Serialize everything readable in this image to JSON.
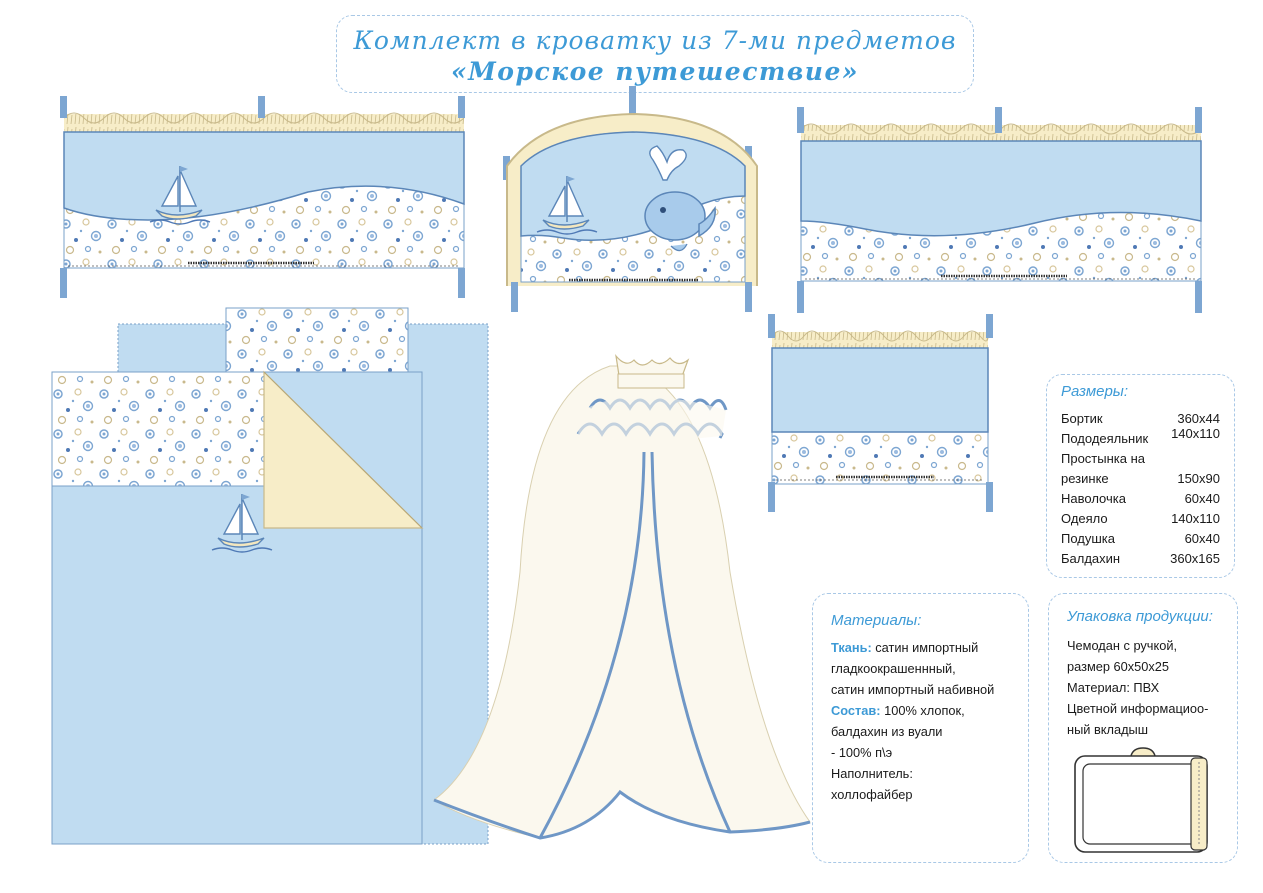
{
  "title": {
    "line1": "Комплект в кроватку из 7-ми предметов",
    "line2": "«Морское путешествие»"
  },
  "sizes": {
    "heading": "Размеры:",
    "rows": [
      {
        "name": "Бортик",
        "value": "360х44"
      },
      {
        "name": "Пододеяльник",
        "value": "140х110"
      },
      {
        "name": "Простынка на",
        "value": ""
      },
      {
        "name": "резинке",
        "value": "150х90"
      },
      {
        "name": "Наволочка",
        "value": "60х40"
      },
      {
        "name": "Одеяло",
        "value": "140х110"
      },
      {
        "name": "Подушка",
        "value": "60х40"
      },
      {
        "name": "Балдахин",
        "value": "360х165"
      }
    ]
  },
  "materials": {
    "heading": "Материалы:",
    "fabric_label": "Ткань:",
    "fabric_line1": " сатин импортный",
    "fabric_line2": "гладкоокрашеннный,",
    "fabric_line3": "сатин импортный набивной",
    "composition_label": "Состав:",
    "composition_line1": " 100% хлопок,",
    "composition_line2": "балдахин из вуали",
    "composition_line3": "- 100% п\\э",
    "filler_line1": "Наполнитель:",
    "filler_line2": "холлофайбер"
  },
  "packing": {
    "heading": "Упаковка продукции:",
    "lines": [
      "Чемодан с ручкой,",
      "размер 60х50х25",
      "Материал: ПВХ",
      "Цветной информациоо-",
      "ный вкладыш"
    ]
  },
  "colors": {
    "accent": "#3d9ad6",
    "fabric_blue": "#c0dcf1",
    "frill_cream": "#f7edc8",
    "canopy": "#fbf8ee"
  },
  "icons": [
    "sailboat-icon",
    "whale-icon",
    "suitcase-icon"
  ]
}
